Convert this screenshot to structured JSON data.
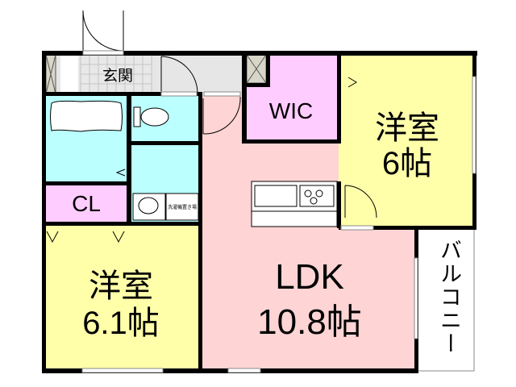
{
  "floorplan": {
    "rooms": {
      "entrance": {
        "label": "玄関"
      },
      "wic": {
        "label": "WIC"
      },
      "closet": {
        "label": "CL"
      },
      "laundry": {
        "label": "洗濯機置き場"
      },
      "western_room_1": {
        "label": "洋室",
        "size": "6帖"
      },
      "western_room_2": {
        "label": "洋室",
        "size": "6.1帖"
      },
      "ldk": {
        "label": "LDK",
        "size": "10.8帖"
      },
      "balcony": {
        "label": "バルコニー"
      }
    },
    "colors": {
      "yellow": "#ffffaa",
      "pink": "#ffd4d4",
      "lilac": "#ffccff",
      "cyan": "#bbffff",
      "gray": "#e6e6e6",
      "wall": "#000000"
    }
  }
}
